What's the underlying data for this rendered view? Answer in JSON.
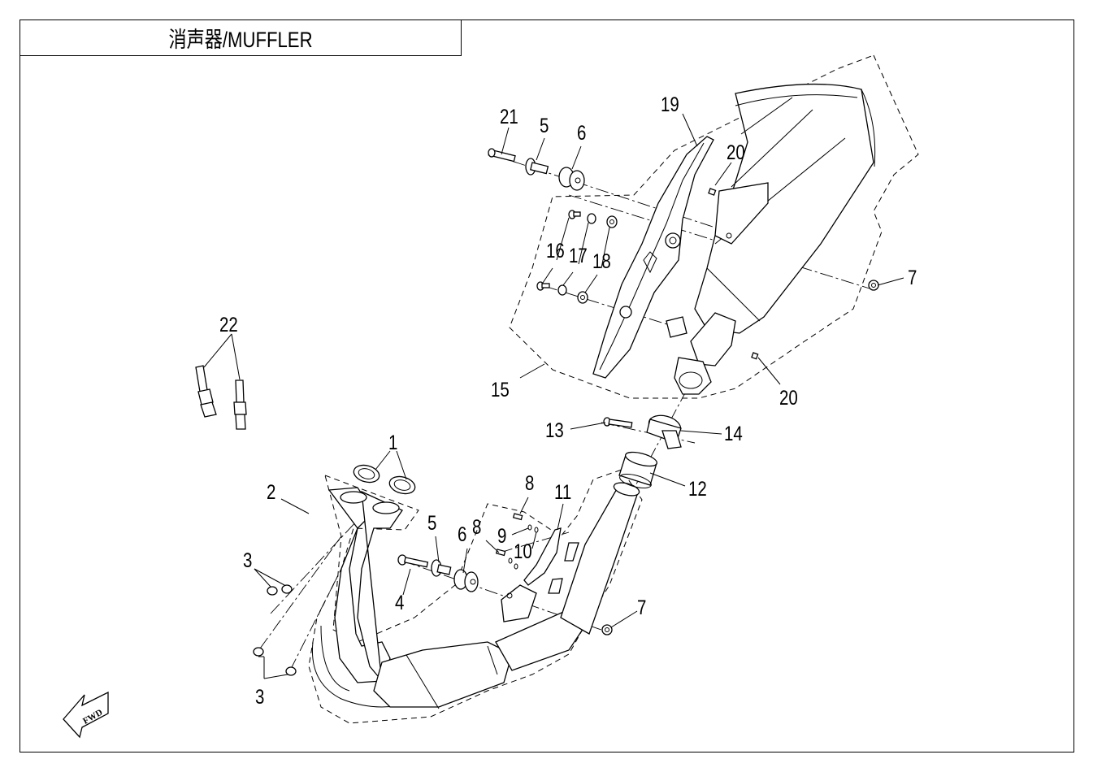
{
  "title": "消声器/MUFFLER",
  "fwd_label": "FWD",
  "callouts": {
    "c1": "1",
    "c2": "2",
    "c3a": "3",
    "c3b": "3",
    "c4": "4",
    "c5a": "5",
    "c5b": "5",
    "c6a": "6",
    "c6b": "6",
    "c7a": "7",
    "c7b": "7",
    "c8a": "8",
    "c8b": "8",
    "c9": "9",
    "c10": "10",
    "c11": "11",
    "c12": "12",
    "c13": "13",
    "c14": "14",
    "c15": "15",
    "c16": "16",
    "c17": "17",
    "c18": "18",
    "c19": "19",
    "c20a": "20",
    "c20b": "20",
    "c21": "21",
    "c22": "22"
  },
  "colors": {
    "line": "#000000",
    "background": "#ffffff"
  }
}
